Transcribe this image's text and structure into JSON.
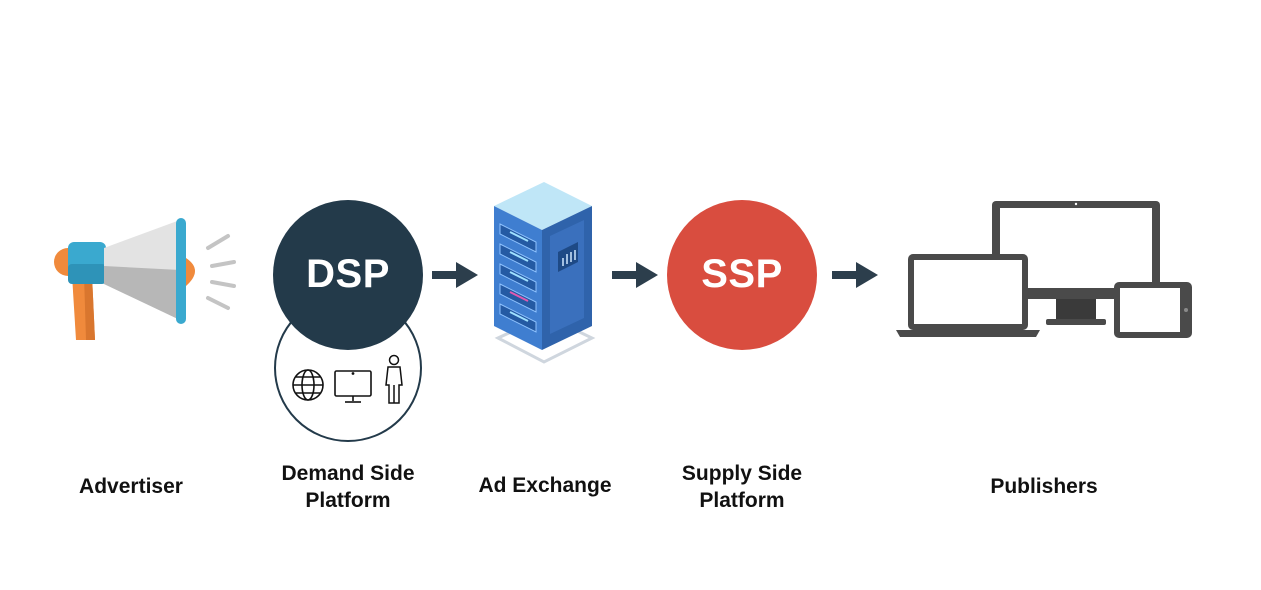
{
  "stages": {
    "advertiser": {
      "label": "Advertiser",
      "icon": "megaphone-icon"
    },
    "dsp": {
      "abbr": "DSP",
      "label": "Demand Side\nPlatform",
      "icons": [
        "globe-icon",
        "monitor-icon",
        "person-icon"
      ]
    },
    "exchange": {
      "label": "Ad Exchange",
      "icon": "server-rack-icon"
    },
    "ssp": {
      "abbr": "SSP",
      "label": "Supply Side\nPlatform"
    },
    "publishers": {
      "label": "Publishers",
      "icon": "devices-icon"
    }
  },
  "colors": {
    "dsp": "#233a4a",
    "ssp": "#d94d3f",
    "arrow": "#2c3e4c",
    "megaphone_blue": "#3aa9cf",
    "megaphone_orange": "#f08a3c",
    "server_blue": "#3e77c6",
    "device_gray": "#4a4a4a"
  }
}
